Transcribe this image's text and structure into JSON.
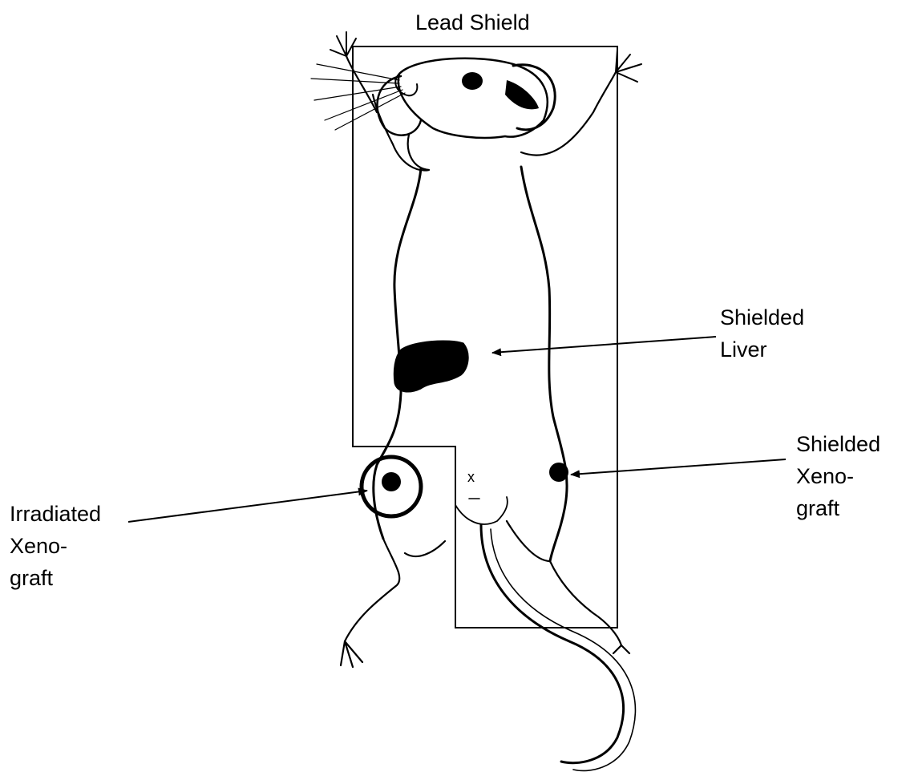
{
  "labels": {
    "lead_shield": "Lead Shield",
    "shielded_liver": [
      "Shielded",
      "Liver"
    ],
    "shielded_xenograft": [
      "Shielded",
      "Xeno-",
      "graft"
    ],
    "irradiated_xenograft": [
      "Irradiated",
      "Xeno-",
      "graft"
    ]
  },
  "colors": {
    "ink": "#000000",
    "background": "#ffffff"
  }
}
